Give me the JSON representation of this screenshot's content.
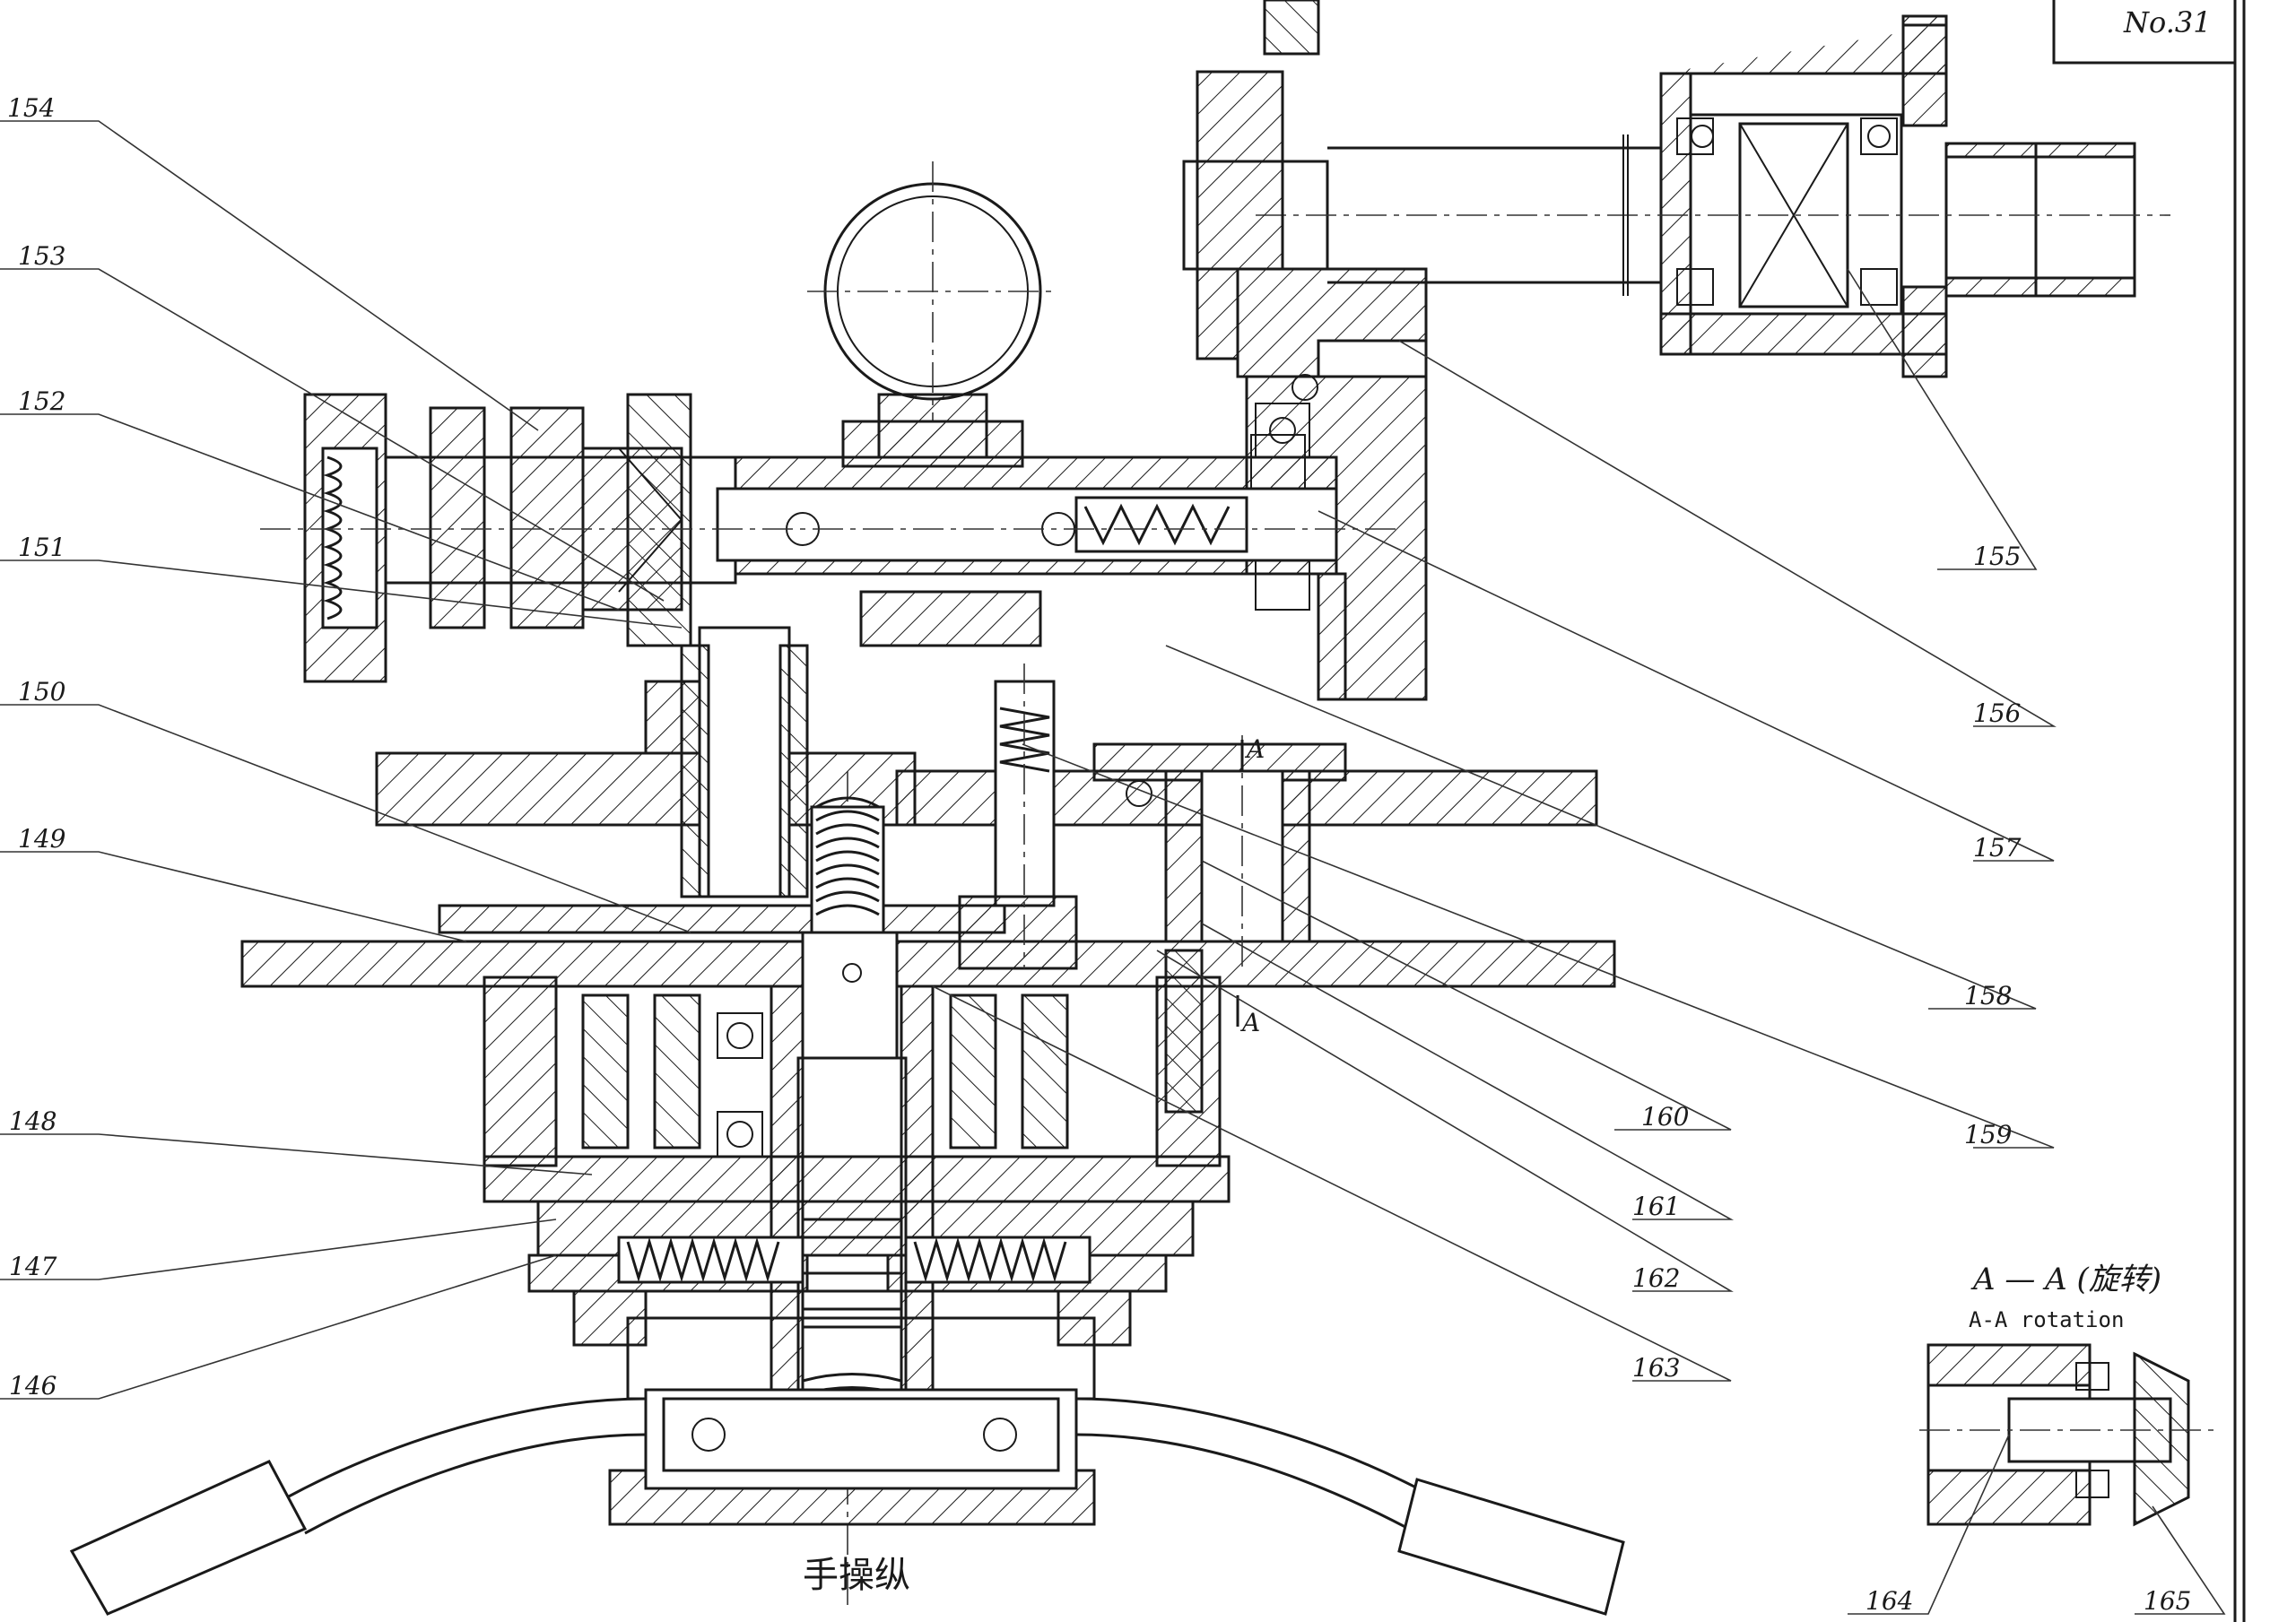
{
  "sheet_number": "No.31",
  "callouts": {
    "c146": "146",
    "c147": "147",
    "c148": "148",
    "c149": "149",
    "c150": "150",
    "c151": "151",
    "c152": "152",
    "c153": "153",
    "c154": "154",
    "c155": "155",
    "c156": "156",
    "c157": "157",
    "c158": "158",
    "c159": "159",
    "c160": "160",
    "c161": "161",
    "c162": "162",
    "c163": "163",
    "c164": "164",
    "c165": "165"
  },
  "section": {
    "marker_top": "A",
    "marker_bottom": "A",
    "title": "A — A (旋转)",
    "subtitle": "A-A rotation"
  },
  "handle_caption": "手操纵"
}
